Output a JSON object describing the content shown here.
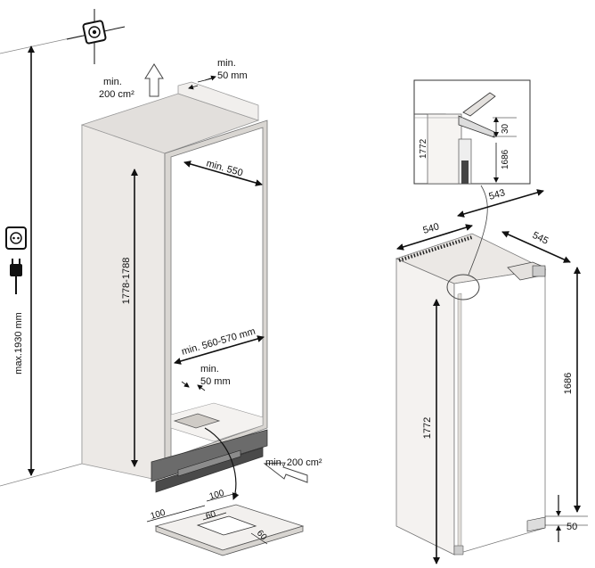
{
  "niche": {
    "top_vent_area": "min.",
    "top_vent_area_value": "200 cm²",
    "top_gap": "min.",
    "top_gap_value": "50 mm",
    "height_range": "1778-1788",
    "depth": "min. 550",
    "width_range": "min. 560-570 mm",
    "front_gap": "min.",
    "front_gap_value": "50 mm",
    "bottom_vent_area": "min. 200 cm²",
    "max_height": "max.1930 mm"
  },
  "vent_grille": {
    "d1": "100",
    "d2": "100",
    "d3": "60",
    "d4": "60"
  },
  "appliance": {
    "detail_height": "1772",
    "detail_inner_height": "1686",
    "detail_gap": "30",
    "depth_door": "543",
    "width": "540",
    "depth": "545",
    "total_height": "1772",
    "inner_height": "1686",
    "bottom_gap": "50"
  },
  "icons": {
    "wall_socket": "wall-socket-icon",
    "plug": "plug-icon",
    "ventilation_arrow": "airflow-arrow-icon"
  }
}
